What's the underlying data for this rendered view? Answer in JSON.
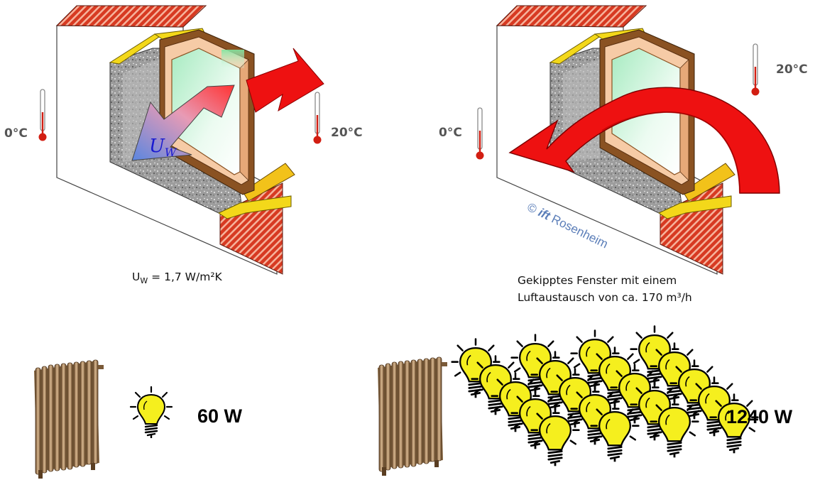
{
  "left_panel": {
    "temp_outside": "0°C",
    "temp_inside": "20°C",
    "arrow_label": "Uw",
    "arrow_label_main": "U",
    "arrow_label_sub": "W",
    "caption_main": "U",
    "caption_sub": "W",
    "caption_rest": " = 1,7 W/m²K",
    "power": "60 W"
  },
  "right_panel": {
    "temp_outside": "0°C",
    "temp_inside": "20°C",
    "copyright_symbol": "©",
    "copyright_brand": "ift",
    "copyright_place": "Rosenheim",
    "caption_line1": "Gekipptes Fenster mit einem",
    "caption_line2": "Luftaustausch von ca. 170 m³/h",
    "power": "1240 W",
    "bulb_rows": 4,
    "bulb_cols": 5
  },
  "colors": {
    "brick": "#cc2a1a",
    "insulation": "#a8a8a8",
    "frame": "#f4c7a0",
    "glass": "#d8f5e0",
    "heat_arrow": "#ee1111",
    "cold_arrow": "#6a8cd8",
    "bulb": "#f5ef1e",
    "sill": "#f2c21a"
  }
}
